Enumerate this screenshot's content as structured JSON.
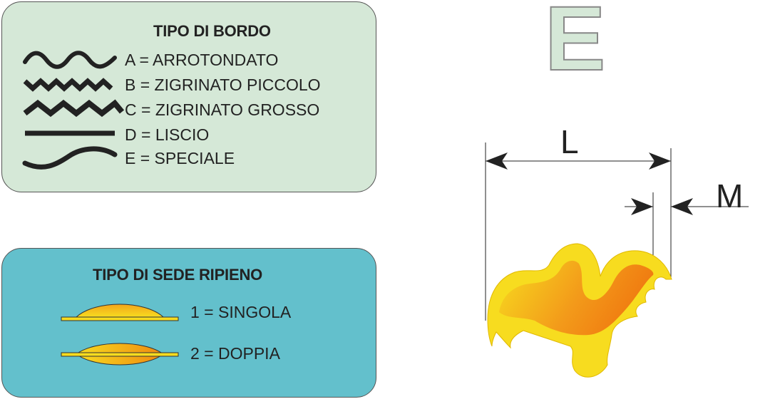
{
  "bordo": {
    "title": "TIPO DI BORDO",
    "items": [
      {
        "label": "A = ARROTONDATO",
        "icon": "rounded-wave-icon"
      },
      {
        "label": "B = ZIGRINATO PICCOLO",
        "icon": "small-zigzag-icon"
      },
      {
        "label": "C = ZIGRINATO GROSSO",
        "icon": "large-zigzag-icon"
      },
      {
        "label": "D = LISCIO",
        "icon": "straight-line-icon"
      },
      {
        "label": "E = SPECIALE",
        "icon": "special-curve-icon"
      }
    ]
  },
  "sede": {
    "title": "TIPO DI SEDE RIPIENO",
    "items": [
      {
        "label": "1 = SINGOLA",
        "icon": "single-filling-icon"
      },
      {
        "label": "2 = DOPPIA",
        "icon": "double-filling-icon"
      }
    ]
  },
  "selected_type": "E",
  "dimensions": {
    "L": "L",
    "M": "M"
  },
  "colors": {
    "bordo_bg": "#d5e8d7",
    "sede_bg": "#63c0cc",
    "yellow": "#f7dc1f",
    "orange": "#f08a10"
  }
}
